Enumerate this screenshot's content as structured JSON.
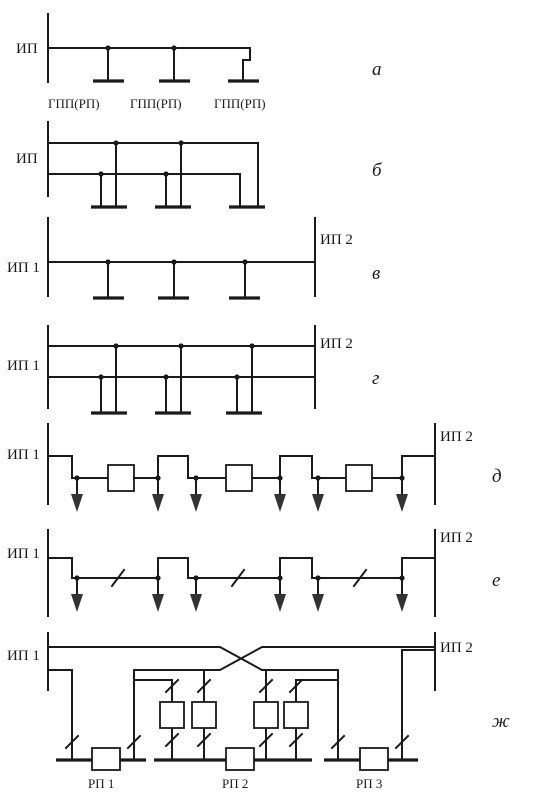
{
  "a": {
    "source": "ИП",
    "loads": [
      "ГПП(РП)",
      "ГПП(РП)",
      "ГПП(РП)"
    ],
    "tag": "а"
  },
  "b": {
    "source": "ИП",
    "tag": "б"
  },
  "v": {
    "source1": "ИП 1",
    "source2": "ИП 2",
    "tag": "в"
  },
  "g": {
    "source1": "ИП 1",
    "source2": "ИП 2",
    "tag": "г"
  },
  "d": {
    "source1": "ИП 1",
    "source2": "ИП 2",
    "tag": "д"
  },
  "e": {
    "source1": "ИП 1",
    "source2": "ИП 2",
    "tag": "е"
  },
  "zh": {
    "source1": "ИП 1",
    "source2": "ИП 2",
    "rp": [
      "РП 1",
      "РП 2",
      "РП 3"
    ],
    "tag": "ж"
  }
}
